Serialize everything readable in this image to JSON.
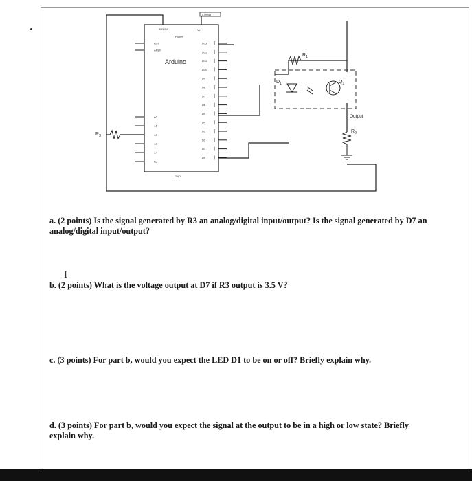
{
  "circuit": {
    "board_label": "Arduino",
    "top_header": "3V3  5V",
    "power_label": "Power",
    "vin_label": "Vin",
    "ic_label": "ATmega",
    "left_pins_top": [
      "RST",
      "AREF"
    ],
    "analog_pins": [
      "A0",
      "A1",
      "A2",
      "A3",
      "A4",
      "A5"
    ],
    "digital_pins": [
      "D13",
      "D12",
      "D11",
      "D10",
      "D9",
      "D8",
      "D7",
      "D6",
      "D5",
      "D4",
      "D3",
      "D2",
      "D1",
      "D0"
    ],
    "gnd_label": "GND",
    "r1_label": "R",
    "r1_sub": "1",
    "r2_label": "R",
    "r2_sub": "2",
    "r3_label": "R",
    "r3_sub": "3",
    "d1_label": "D",
    "d1_sub": "1",
    "q1_label": "Q",
    "q1_sub": "1",
    "output_label": "Output"
  },
  "questions": {
    "a": "a. (2 points) Is the signal generated by R3 an analog/digital input/output? Is the signal generated by D7 an analog/digital input/output?",
    "b": "b. (2 points) What is the voltage output at D7 if R3 output is 3.5 V?",
    "c": "c. (3 points) For part b, would you expect the LED D1 to be on or off? Briefly explain why.",
    "d": "d. (3 points) For part b, would you expect the signal at the output to be in a high or low state? Briefly explain why."
  },
  "cursor_glyph": "I"
}
